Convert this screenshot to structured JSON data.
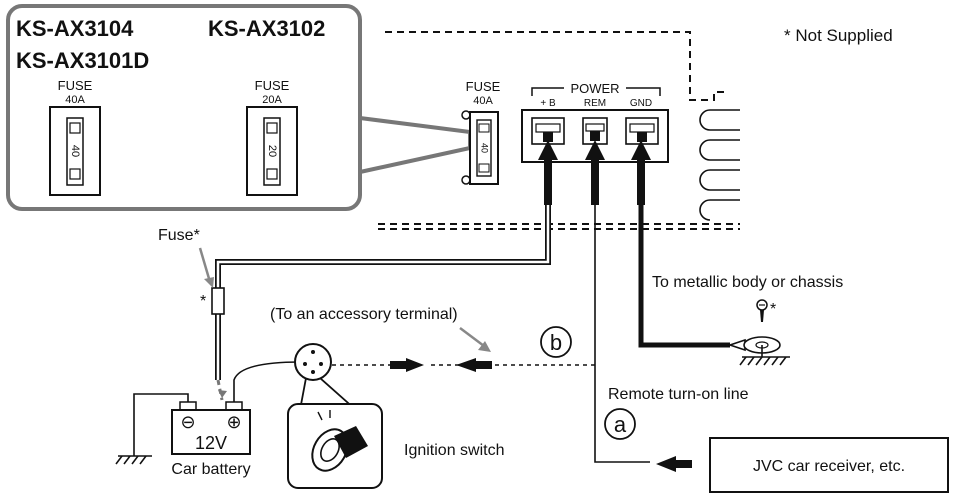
{
  "inset": {
    "models_left": [
      "KS-AX3104",
      "KS-AX3101D"
    ],
    "model_right": "KS-AX3102",
    "fuse_left": {
      "label": "FUSE",
      "rating": "40A",
      "value": "40"
    },
    "fuse_right": {
      "label": "FUSE",
      "rating": "20A",
      "value": "20"
    }
  },
  "amp": {
    "fuse": {
      "label": "FUSE",
      "rating": "40A",
      "value": "40"
    },
    "power_label": "POWER",
    "terminals": [
      "+ B",
      "REM",
      "GND"
    ]
  },
  "notes": {
    "not_supplied": "* Not Supplied",
    "fuse": "Fuse*",
    "asterisk": "*",
    "accessory": "(To an accessory terminal)",
    "chassis": "To metallic body or chassis",
    "screw_asterisk": "*",
    "remote": "Remote turn-on line",
    "ignition": "Ignition switch",
    "battery_voltage": "12V",
    "battery_label": "Car battery",
    "receiver": "JVC car receiver, etc.",
    "marker_a": "a",
    "marker_b": "b",
    "minus": "⊖",
    "plus": "⊕"
  }
}
